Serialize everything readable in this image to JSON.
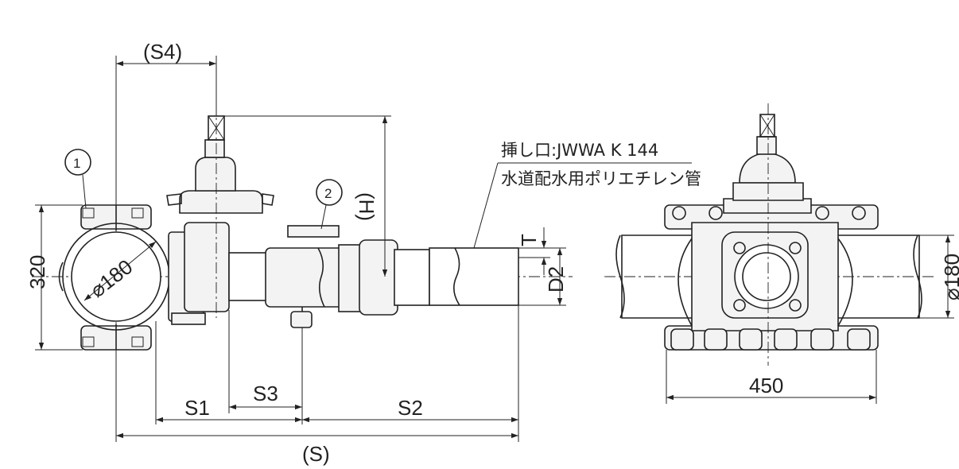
{
  "labels": {
    "s4": "(S4)",
    "h": "(H)",
    "callout1": "1",
    "callout2": "2",
    "dia_left": "⌀180",
    "dim_320": "320",
    "s1": "S1",
    "s3": "S3",
    "s2": "S2",
    "s": "(S)",
    "t": "T",
    "d2": "D2",
    "spigot_line1": "挿し口:JWWA K 144",
    "spigot_line2": "水道配水用ポリエチレン管",
    "dim_450": "450",
    "dia_right": "⌀180"
  }
}
